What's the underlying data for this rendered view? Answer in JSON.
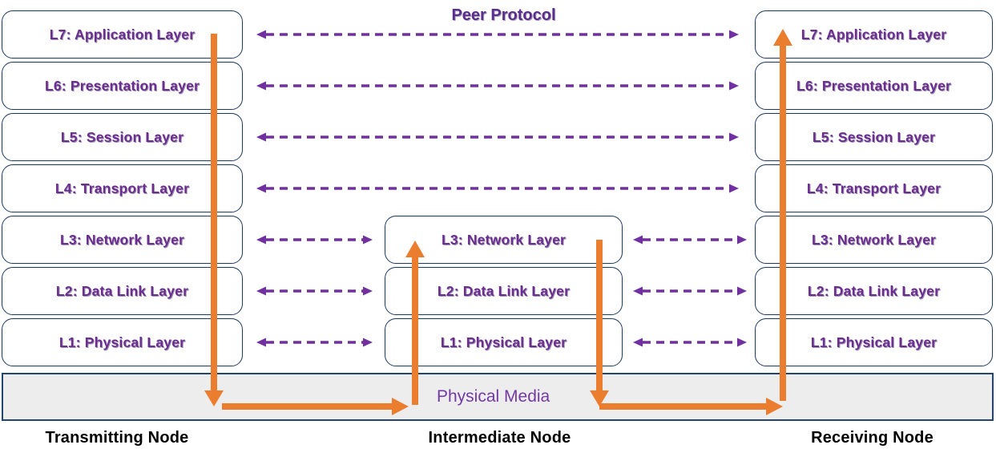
{
  "diagram_title": "Peer Protocol",
  "physical_media": {
    "label": "Physical Media"
  },
  "nodes": [
    {
      "label": "Transmitting Node",
      "layers": [
        "L7: Application Layer",
        "L6: Presentation Layer",
        "L5: Session Layer",
        "L4: Transport Layer",
        "L3: Network Layer",
        "L2: Data Link Layer",
        "L1: Physical Layer"
      ]
    },
    {
      "label": "Intermediate Node",
      "layers": [
        "L3: Network Layer",
        "L2: Data Link Layer",
        "L1: Physical Layer"
      ]
    },
    {
      "label": "Receiving Node",
      "layers": [
        "L7: Application Layer",
        "L6: Presentation Layer",
        "L5: Session Layer",
        "L4: Transport Layer",
        "L3: Network Layer",
        "L2: Data Link Layer",
        "L1: Physical Layer"
      ]
    }
  ],
  "colors": {
    "layer_text": "#6B2D90",
    "box_border": "#1B3A63",
    "dashed_arrow": "#7030A0",
    "data_flow_arrow": "#EB7D2E",
    "media_fill": "#EDEDEE",
    "media_label": "#7439A4",
    "node_label": "#000000",
    "title_text": "#5B2D8E"
  }
}
